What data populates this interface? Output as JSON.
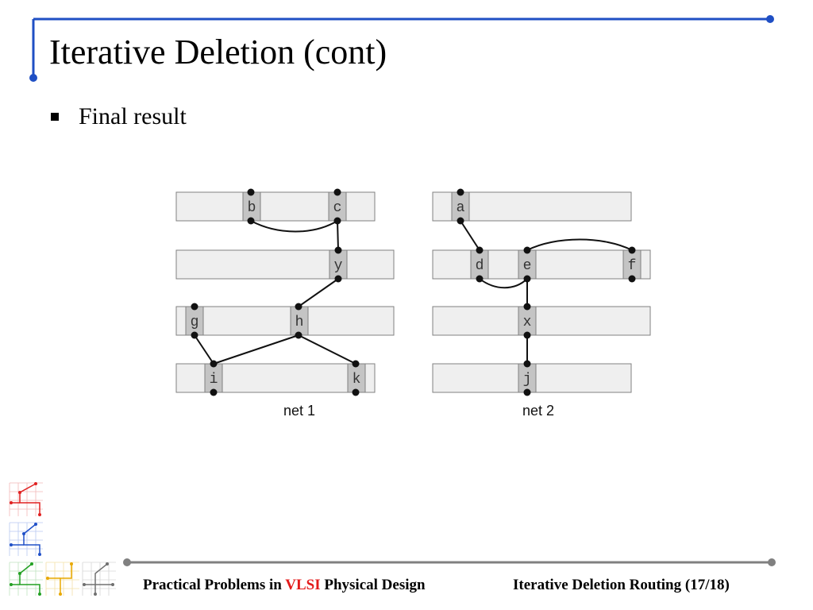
{
  "slide": {
    "title": "Iterative Deletion (cont)",
    "bullet": "Final result"
  },
  "diagram": {
    "nodes": [
      "a",
      "b",
      "c",
      "d",
      "e",
      "f",
      "g",
      "h",
      "i",
      "j",
      "k",
      "x",
      "y"
    ],
    "net_labels": [
      "net 1",
      "net 2"
    ]
  },
  "footer": {
    "left_prefix": "Practical Problems in ",
    "left_highlight": "VLSI",
    "left_suffix": " Physical Design",
    "right": "Iterative Deletion Routing (17/18)"
  },
  "colors": {
    "accent": "#1f4fc4",
    "row_fill": "#efefef",
    "cell_fill": "#c4c4c4",
    "highlight": "#e31b1b"
  },
  "icons": [
    "red-grid-route-icon",
    "blue-grid-route-icon",
    "green-grid-route-icon",
    "yellow-grid-route-icon",
    "gray-grid-route-icon"
  ]
}
